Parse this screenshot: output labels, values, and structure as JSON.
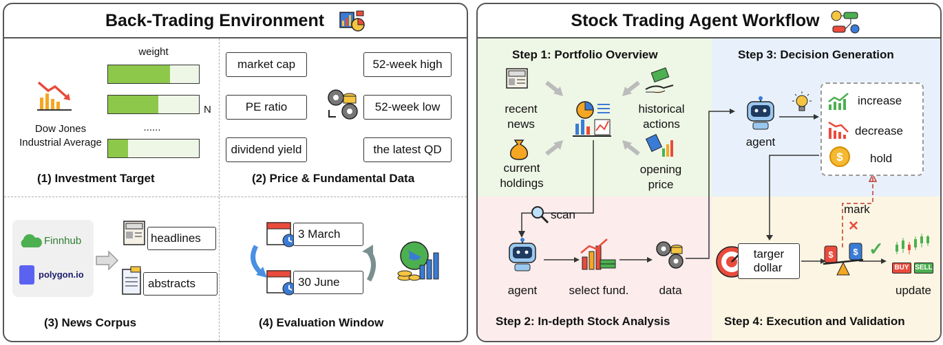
{
  "left_panel": {
    "title": "Back-Trading Environment",
    "s1": {
      "label": "(1)  Investment Target",
      "weight": "weight",
      "n": "N",
      "dots": "......",
      "index_name": "Dow Jones\nIndustrial Average",
      "weights": [
        0.68,
        0.55,
        0.22
      ]
    },
    "s2": {
      "label": "(2)  Price & Fundamental Data",
      "items": [
        "market cap",
        "52-week high",
        "PE ratio",
        "52-week low",
        "dividend yield",
        "the latest QD"
      ]
    },
    "s3": {
      "label": "(3)  News Corpus",
      "sources": [
        "Finnhub",
        "polygon.io"
      ],
      "items": [
        "headlines",
        "abstracts"
      ]
    },
    "s4": {
      "label": "(4)  Evaluation Window",
      "dates": [
        "3 March",
        "30 June"
      ]
    }
  },
  "right_panel": {
    "title": "Stock Trading Agent Workflow",
    "step1": {
      "title": "Step 1: Portfolio Overview",
      "recent_news": "recent\nnews",
      "current_holdings": "current\nholdings",
      "historical_actions": "historical\nactions",
      "opening_price": "opening\nprice"
    },
    "step2": {
      "title": "Step 2: In-depth Stock Analysis",
      "scan": "scan",
      "agent": "agent",
      "select": "select fund.",
      "data": "data"
    },
    "step3": {
      "title": "Step 3: Decision Generation",
      "agent": "agent",
      "options": [
        "increase",
        "decrease",
        "hold"
      ]
    },
    "step4": {
      "title": "Step 4: Execution and Validation",
      "target": "targer\ndollar",
      "mark": "mark",
      "update": "update",
      "buy": "BUY",
      "sell": "SELL"
    }
  },
  "colors": {
    "green_fill": "#8dc84a",
    "step1_bg": "#eef6e6",
    "step2_bg": "#fcecec",
    "step3_bg": "#e8f1fb",
    "step4_bg": "#fdf5e3"
  }
}
